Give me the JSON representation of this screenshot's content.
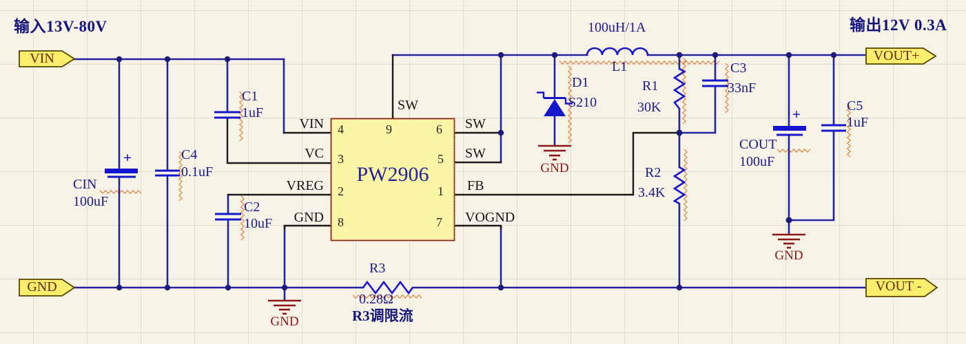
{
  "annotations": {
    "input_spec": "输入13V-80V",
    "output_spec": "输出12V 0.3A",
    "r3_note": "R3调限流"
  },
  "ports": {
    "vin": "VIN",
    "gnd_in": "GND",
    "vout_plus": "VOUT+",
    "vout_minus": "VOUT -"
  },
  "ic": {
    "part_number": "PW2906",
    "pins": [
      {
        "number": "4",
        "name": "VIN"
      },
      {
        "number": "3",
        "name": "VC"
      },
      {
        "number": "2",
        "name": "VREG"
      },
      {
        "number": "8",
        "name": "GND"
      },
      {
        "number": "9",
        "name": "SW"
      },
      {
        "number": "6",
        "name": "SW"
      },
      {
        "number": "5",
        "name": "SW"
      },
      {
        "number": "1",
        "name": "FB"
      },
      {
        "number": "7",
        "name": "VOGND"
      }
    ]
  },
  "components": {
    "cin": {
      "designator": "CIN",
      "value": "100uF",
      "polarity": "+"
    },
    "c4": {
      "designator": "C4",
      "value": "0.1uF"
    },
    "c1": {
      "designator": "C1",
      "value": "1uF"
    },
    "c2": {
      "designator": "C2",
      "value": "10uF"
    },
    "d1": {
      "designator": "D1",
      "value": "S210"
    },
    "l1": {
      "designator": "L1",
      "value": "100uH/1A"
    },
    "r1": {
      "designator": "R1",
      "value": "30K"
    },
    "r2": {
      "designator": "R2",
      "value": "3.4K"
    },
    "r3": {
      "designator": "R3",
      "value": "0.28Ω"
    },
    "c3": {
      "designator": "C3",
      "value": "33nF"
    },
    "cout": {
      "designator": "COUT",
      "value": "100uF",
      "polarity": "+"
    },
    "c5": {
      "designator": "C5",
      "value": "1uF"
    }
  },
  "ground_label": "GND",
  "colors": {
    "wire": "#2323a0",
    "pin_stub": "#1a1a1a",
    "component": "#1616cc",
    "ic_fill": "#fbf6a6",
    "ic_border": "#8c2a1a",
    "port_fill": "#fbee6d",
    "ground": "#8c1616",
    "label": "#1a1a8a",
    "marker": "#e0671c"
  }
}
